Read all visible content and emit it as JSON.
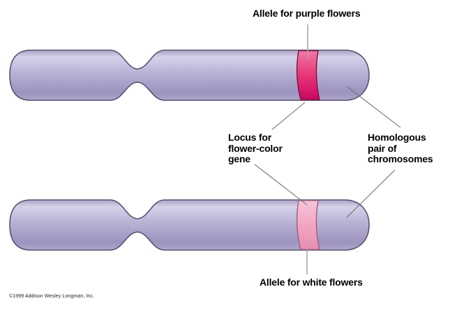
{
  "diagram": {
    "labels": {
      "allele_purple": "Allele for purple flowers",
      "locus": "Locus for\nflower-color\ngene",
      "homologous": "Homologous\npair of\nchromosomes",
      "allele_white": "Allele for white flowers",
      "copyright": "©1999 Addison Wesley Longman, Inc."
    },
    "colors": {
      "background": "#ffffff",
      "label_text": "#000000",
      "chromosome_outline": "#59506f",
      "chromosome_edge_top": "#aaa2c6",
      "chromosome_highlight": "#d6d2e9",
      "chromosome_mid": "#b9b2d5",
      "chromosome_shadow": "#9c93bf",
      "chromosome_reflect": "#aea6ca",
      "purple_allele_band_outline": "#7c1242",
      "purple_allele_band_top": "#ef74a2",
      "purple_allele_band_mid": "#e73677",
      "purple_allele_band_bottom": "#cc0a63",
      "white_allele_band_outline": "#99607e",
      "white_allele_band_top": "#f6c3d6",
      "white_allele_band_mid": "#f2a5c1",
      "white_allele_band_bottom": "#e890b2",
      "leader_line_diagonal": "#6f6f6f",
      "leader_line_vertical": "#a8a8a8"
    }
  }
}
